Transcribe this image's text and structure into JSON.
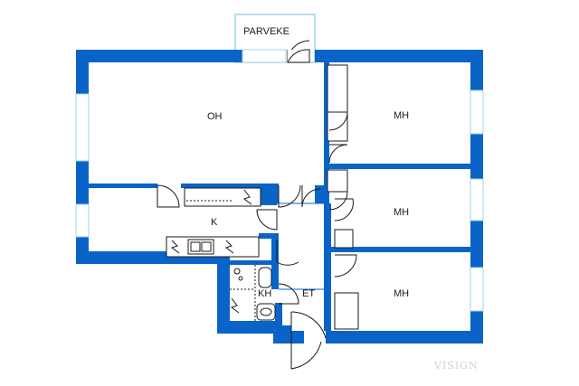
{
  "colors": {
    "wall": "#0a64c8",
    "window": "#9fd3e8",
    "fixture": "#1a1a1a",
    "background": "#ffffff"
  },
  "rooms": {
    "balcony": "PARVEKE",
    "living": "OH",
    "bedroom_top": "MH",
    "bedroom_mid": "MH",
    "bedroom_bottom": "MH",
    "kitchen": "K",
    "bathroom": "KH",
    "hall": "ET"
  },
  "watermark": "VISIGN"
}
